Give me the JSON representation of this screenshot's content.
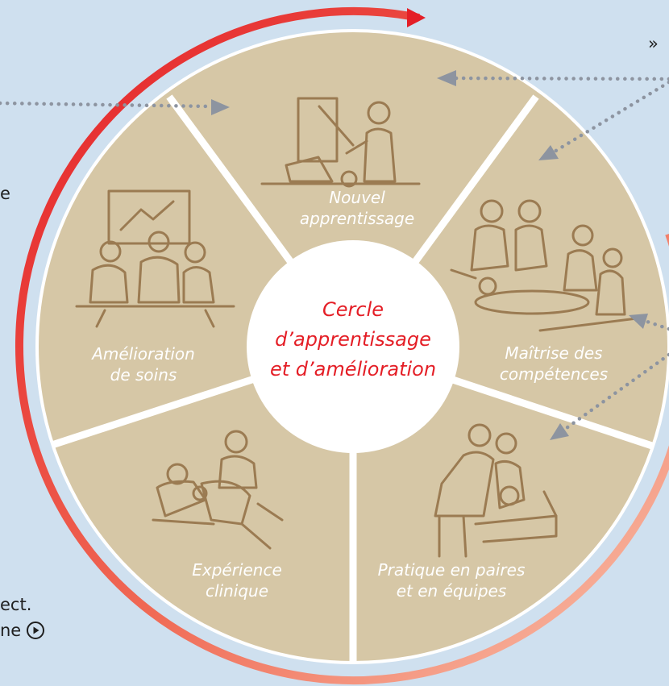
{
  "page_text": {
    "top_fragment": "»",
    "mid_fragment": "e",
    "bottom_fragment_1": "ect.",
    "bottom_fragment_2": "ne",
    "play_icon": "play-circle-icon"
  },
  "center": {
    "line1": "Cercle",
    "line2": "d’apprentissage",
    "line3": "et d’amélioration"
  },
  "segments": [
    {
      "id": "nouvel-apprentissage",
      "line1": "Nouvel",
      "line2": "apprentissage",
      "icon": "teacher-presentation-icon"
    },
    {
      "id": "maitrise-competences",
      "line1": "Maîtrise des",
      "line2": "compétences",
      "icon": "group-practice-icon"
    },
    {
      "id": "pratique-paires",
      "line1": "Pratique en paires",
      "line2": "et en équipes",
      "icon": "pair-practice-icon"
    },
    {
      "id": "experience-clinique",
      "line1": "Expérience",
      "line2": "clinique",
      "icon": "clinical-birth-icon"
    },
    {
      "id": "amelioration-soins",
      "line1": "Amélioration",
      "line2": "de soins",
      "icon": "team-meeting-icon"
    }
  ],
  "colors": {
    "background": "#cfe0ef",
    "segment_fill": "#d6c7a6",
    "figure_stroke": "#9b7b52",
    "center_text": "#e41e26",
    "ring_gradient_start": "#e41e26",
    "ring_gradient_end": "#f9c1a8",
    "connector_dots": "#8d94a0"
  }
}
